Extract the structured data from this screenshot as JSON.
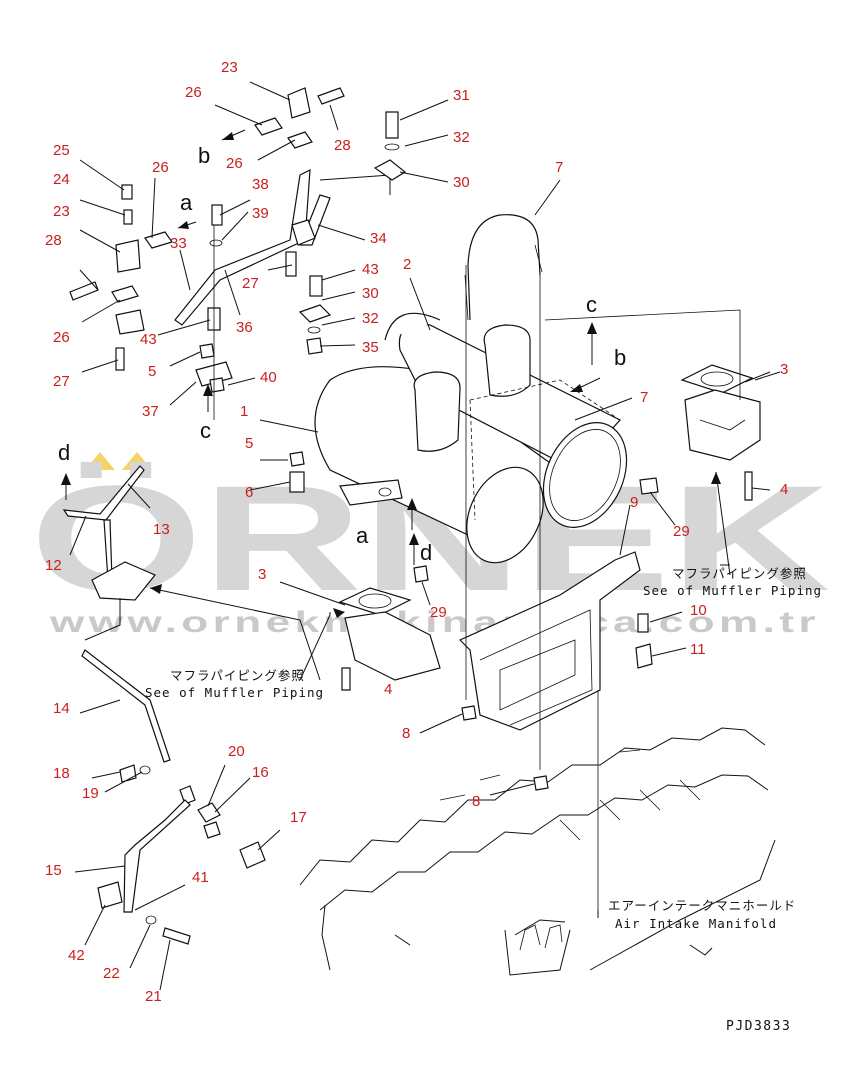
{
  "watermark": {
    "brand": "ÖRNEK",
    "url": "www.ornekmakinaparca.com.tr",
    "accent_color": "#f3d36a"
  },
  "callouts": {
    "c23a": "23",
    "c26a": "26",
    "c26b": "26",
    "c28a": "28",
    "c31": "31",
    "c32a": "32",
    "c30a": "30",
    "c25": "25",
    "c26c": "26",
    "c38": "38",
    "c24": "24",
    "c39": "39",
    "c23b": "23",
    "c33": "33",
    "c34": "34",
    "c28b": "28",
    "c27a": "27",
    "c43a": "43",
    "c30b": "30",
    "c2": "2",
    "c7a": "7",
    "c26d": "26",
    "c36": "36",
    "c43b": "43",
    "c32b": "32",
    "c35": "35",
    "c27b": "27",
    "c5a": "5",
    "c40": "40",
    "c37": "37",
    "c1": "1",
    "c3a": "3",
    "c7b": "7",
    "c5b": "5",
    "c6": "6",
    "c4a": "4",
    "c13": "13",
    "c9": "9",
    "c29a": "29",
    "c12": "12",
    "c3b": "3",
    "c29b": "29",
    "c10": "10",
    "c11": "11",
    "c4b": "4",
    "c8a": "8",
    "c14": "14",
    "c20": "20",
    "c18": "18",
    "c16": "16",
    "c19": "19",
    "c8b": "8",
    "c17": "17",
    "c15": "15",
    "c41": "41",
    "c42": "42",
    "c22": "22",
    "c21": "21"
  },
  "view_refs": {
    "b1": "b",
    "a1": "a",
    "c_top": "c",
    "b2": "b",
    "c_mid": "c",
    "d1": "d",
    "a2": "a",
    "d2": "d"
  },
  "notes": {
    "muffler_jp_1": "マフラパイピング参照",
    "muffler_en_1": "See of Muffler Piping",
    "muffler_jp_2": "マフラパイピング参照",
    "muffler_en_2": "See of Muffler Piping",
    "manifold_jp": "エアーインテークマニホールド",
    "manifold_en": "Air Intake Manifold"
  },
  "drawing_code": "PJD3833"
}
